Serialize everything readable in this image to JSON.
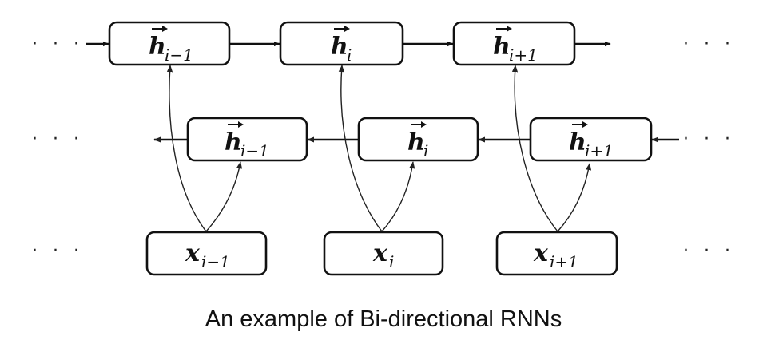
{
  "caption": "An example of Bi-directional RNNs",
  "ellipsis": "· · ·",
  "forward_states": [
    {
      "symbol": "h",
      "subscript": "i−1"
    },
    {
      "symbol": "h",
      "subscript": "i"
    },
    {
      "symbol": "h",
      "subscript": "i+1"
    }
  ],
  "backward_states": [
    {
      "symbol": "h",
      "subscript": "i−1"
    },
    {
      "symbol": "h",
      "subscript": "i"
    },
    {
      "symbol": "h",
      "subscript": "i+1"
    }
  ],
  "inputs": [
    {
      "symbol": "x",
      "subscript": "i−1"
    },
    {
      "symbol": "x",
      "subscript": "i"
    },
    {
      "symbol": "x",
      "subscript": "i+1"
    }
  ]
}
